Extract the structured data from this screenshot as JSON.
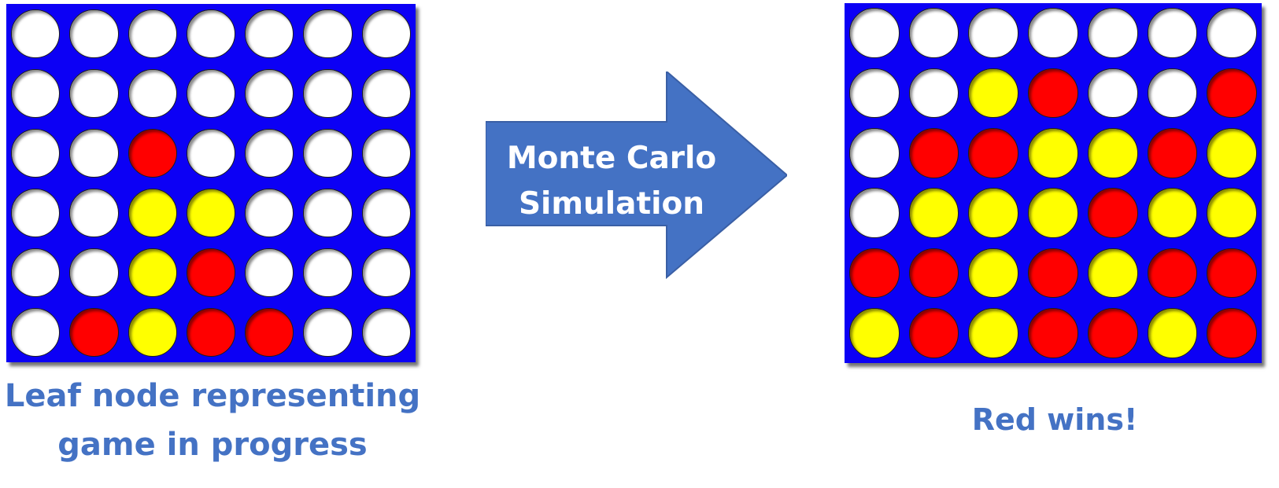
{
  "board_left": {
    "rows": [
      [
        "empty",
        "empty",
        "empty",
        "empty",
        "empty",
        "empty",
        "empty"
      ],
      [
        "empty",
        "empty",
        "empty",
        "empty",
        "empty",
        "empty",
        "empty"
      ],
      [
        "empty",
        "empty",
        "red",
        "empty",
        "empty",
        "empty",
        "empty"
      ],
      [
        "empty",
        "empty",
        "yellow",
        "yellow",
        "empty",
        "empty",
        "empty"
      ],
      [
        "empty",
        "empty",
        "yellow",
        "red",
        "empty",
        "empty",
        "empty"
      ],
      [
        "empty",
        "red",
        "yellow",
        "red",
        "red",
        "empty",
        "empty"
      ]
    ],
    "caption_line1": "Leaf node representing",
    "caption_line2": "game in progress"
  },
  "arrow": {
    "line1": "Monte Carlo",
    "line2": "Simulation",
    "color": "#4472c4"
  },
  "board_right": {
    "rows": [
      [
        "empty",
        "empty",
        "empty",
        "empty",
        "empty",
        "empty",
        "empty"
      ],
      [
        "empty",
        "empty",
        "yellow",
        "red",
        "empty",
        "empty",
        "red"
      ],
      [
        "empty",
        "red",
        "red",
        "yellow",
        "yellow",
        "red",
        "yellow"
      ],
      [
        "empty",
        "yellow",
        "yellow",
        "yellow",
        "red",
        "yellow",
        "yellow"
      ],
      [
        "red",
        "red",
        "yellow",
        "red",
        "yellow",
        "red",
        "red"
      ],
      [
        "yellow",
        "red",
        "yellow",
        "red",
        "red",
        "yellow",
        "red"
      ]
    ],
    "caption": "Red wins!"
  },
  "colors": {
    "board": "#0c00f5",
    "red": "#ff0000",
    "yellow": "#ffff00",
    "empty": "#ffffff",
    "text": "#4472c4"
  }
}
